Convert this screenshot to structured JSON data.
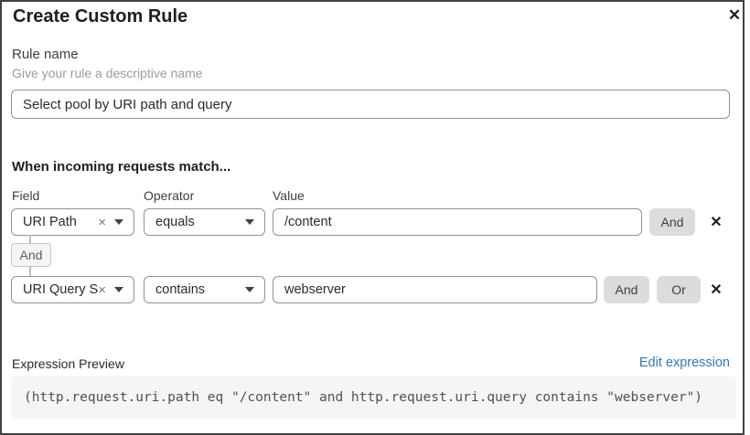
{
  "dialog": {
    "title": "Create Custom Rule"
  },
  "rule_name": {
    "label": "Rule name",
    "helper": "Give your rule a descriptive name",
    "value": "Select pool by URI path and query"
  },
  "match": {
    "heading": "When incoming requests match...",
    "columns": {
      "field": "Field",
      "operator": "Operator",
      "value": "Value"
    },
    "rows": [
      {
        "field": "URI Path",
        "operator": "equals",
        "value": "/content"
      },
      {
        "field": "URI Query St...",
        "operator": "contains",
        "value": "webserver"
      }
    ],
    "connector_label": "And",
    "and_button": "And",
    "or_button": "Or"
  },
  "expression": {
    "label": "Expression Preview",
    "edit_link": "Edit expression",
    "code": "(http.request.uri.path eq \"/content\" and http.request.uri.query contains \"webserver\")"
  },
  "icons": {
    "close": "✕",
    "remove": "✕",
    "clear": "×"
  },
  "colors": {
    "link_blue": "#2c7bb8",
    "button_gray": "#dcdcdc",
    "code_background": "#f5f5f5"
  }
}
